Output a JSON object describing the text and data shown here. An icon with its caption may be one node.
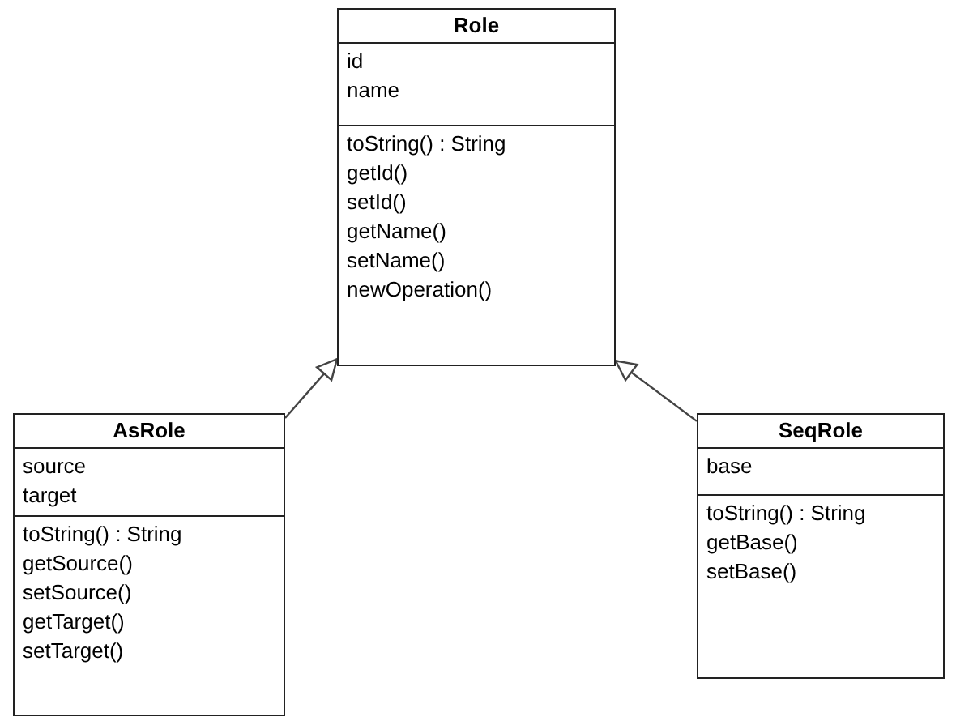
{
  "diagram": {
    "nodes": [
      {
        "text": [
          "Role"
        ]
      },
      {
        "text": [
          "id",
          "name"
        ],
        "in": 0
      },
      {
        "text": [
          "toString() : String",
          "getId()",
          "setId()",
          "getName()",
          "setName()",
          "newOperation()"
        ],
        "in": 0
      },
      {
        "text": [
          "AsRole"
        ]
      },
      {
        "text": [
          "source",
          "target"
        ],
        "in": 3
      },
      {
        "text": [
          "toString() : String",
          "getSource()",
          "setSource()",
          "getTarget()",
          "setTarget()"
        ],
        "in": 3
      },
      {
        "text": [
          "SeqRole"
        ]
      },
      {
        "text": [
          "base"
        ],
        "in": 6
      },
      {
        "text": [
          "toString() : String",
          "getBase()",
          "setBase()"
        ],
        "in": 6
      }
    ],
    "edges": [
      {
        "from": 3,
        "to": 0,
        "arrow": "to"
      },
      {
        "from": 6,
        "to": 0,
        "arrow": "to"
      }
    ]
  }
}
